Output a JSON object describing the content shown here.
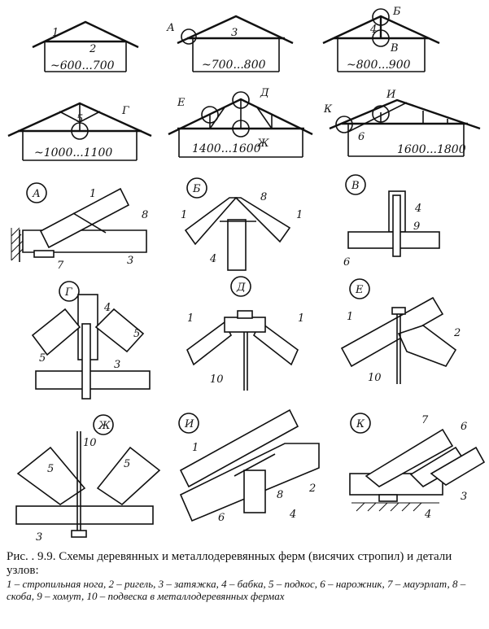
{
  "trusses": [
    {
      "n1": "1",
      "n2": "2",
      "span": "~600...700"
    },
    {
      "node": "А",
      "n3": "3",
      "span": "~700...800"
    },
    {
      "node1": "Б",
      "n4": "4",
      "node2": "В",
      "span": "~800...900"
    },
    {
      "n5": "5",
      "node": "Г",
      "span": "~1000...1100"
    },
    {
      "nodeE": "Е",
      "nodeD": "Д",
      "nodeZh": "Ж",
      "span": "1400...1600"
    },
    {
      "nodeK": "К",
      "nodeI": "И",
      "n6": "6",
      "span": "1600...1800"
    }
  ],
  "details": {
    "A": {
      "tag": "А",
      "labels": [
        "1",
        "8",
        "7",
        "3"
      ]
    },
    "B": {
      "tag": "Б",
      "labels": [
        "8",
        "1",
        "1",
        "4"
      ]
    },
    "V": {
      "tag": "В",
      "labels": [
        "4",
        "9",
        "6"
      ]
    },
    "G": {
      "tag": "Г",
      "labels": [
        "4",
        "5",
        "5",
        "3"
      ]
    },
    "D": {
      "tag": "Д",
      "labels": [
        "1",
        "1",
        "10"
      ]
    },
    "E": {
      "tag": "Е",
      "labels": [
        "1",
        "2",
        "10"
      ]
    },
    "Zh": {
      "tag": "Ж",
      "labels": [
        "10",
        "5",
        "5",
        "3"
      ]
    },
    "I": {
      "tag": "И",
      "labels": [
        "1",
        "2",
        "8",
        "6",
        "4"
      ]
    },
    "K": {
      "tag": "К",
      "labels": [
        "7",
        "6",
        "4",
        "3"
      ]
    }
  },
  "caption": {
    "title": "Рис. . 9.9. Схемы деревянных и металлодеревянных ферм (висячих стропил) и детали узлов:",
    "legend": "1 – стропильная нога, 2 – ригель, 3 – затяжка, 4 – бабка, 5 – подкос, 6 – нарожник, 7 – мауэрлат, 8 – скоба, 9 – хомут, 10 – подвеска в металлодеревянных фермах"
  }
}
